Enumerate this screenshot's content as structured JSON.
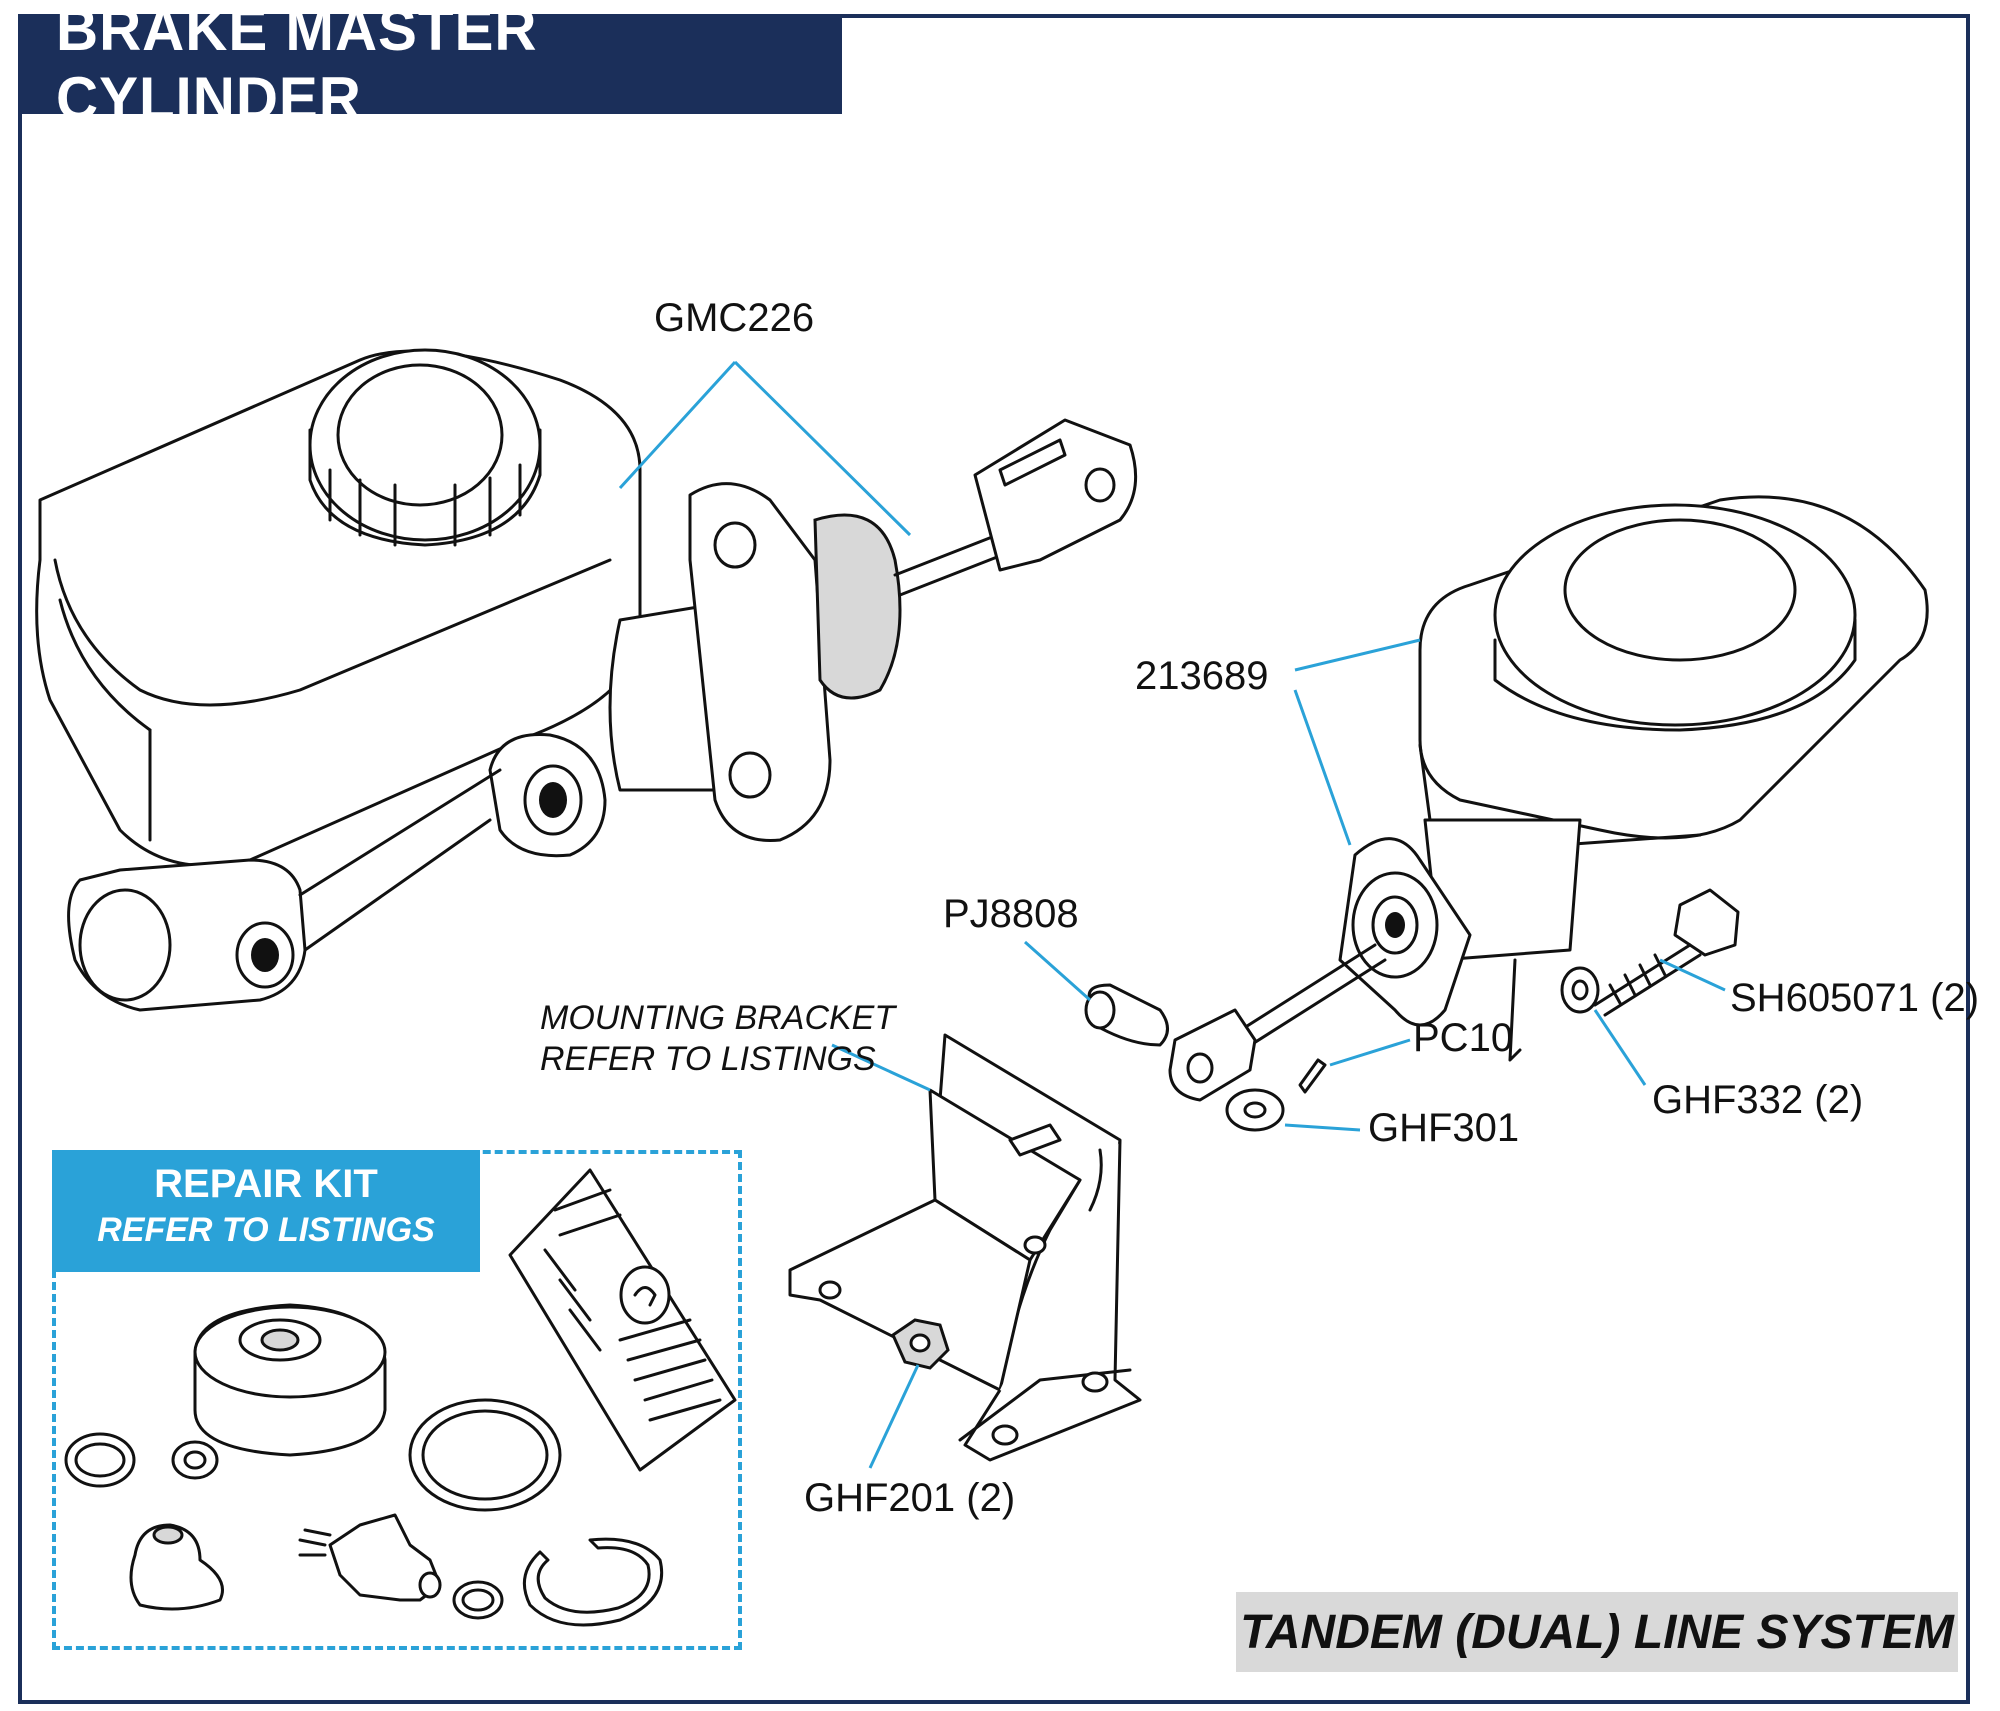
{
  "title": "BRAKE MASTER CYLINDER",
  "callouts": {
    "gmc226": "GMC226",
    "p213689": "213689",
    "pj8808": "PJ8808",
    "mounting_bracket_line1": "MOUNTING BRACKET",
    "mounting_bracket_line2": "REFER TO LISTINGS",
    "pc10": "PC10",
    "ghf301": "GHF301",
    "sh605071": "SH605071 (2)",
    "ghf332": "GHF332 (2)",
    "ghf201": "GHF201 (2)"
  },
  "repair_kit": {
    "title": "REPAIR KIT",
    "subtitle": "REFER TO LISTINGS"
  },
  "system_label": "TANDEM (DUAL) LINE SYSTEM",
  "colors": {
    "title_bg": "#1b2f5a",
    "accent": "#2aa2d8",
    "label_bg": "#d9d9d9"
  }
}
